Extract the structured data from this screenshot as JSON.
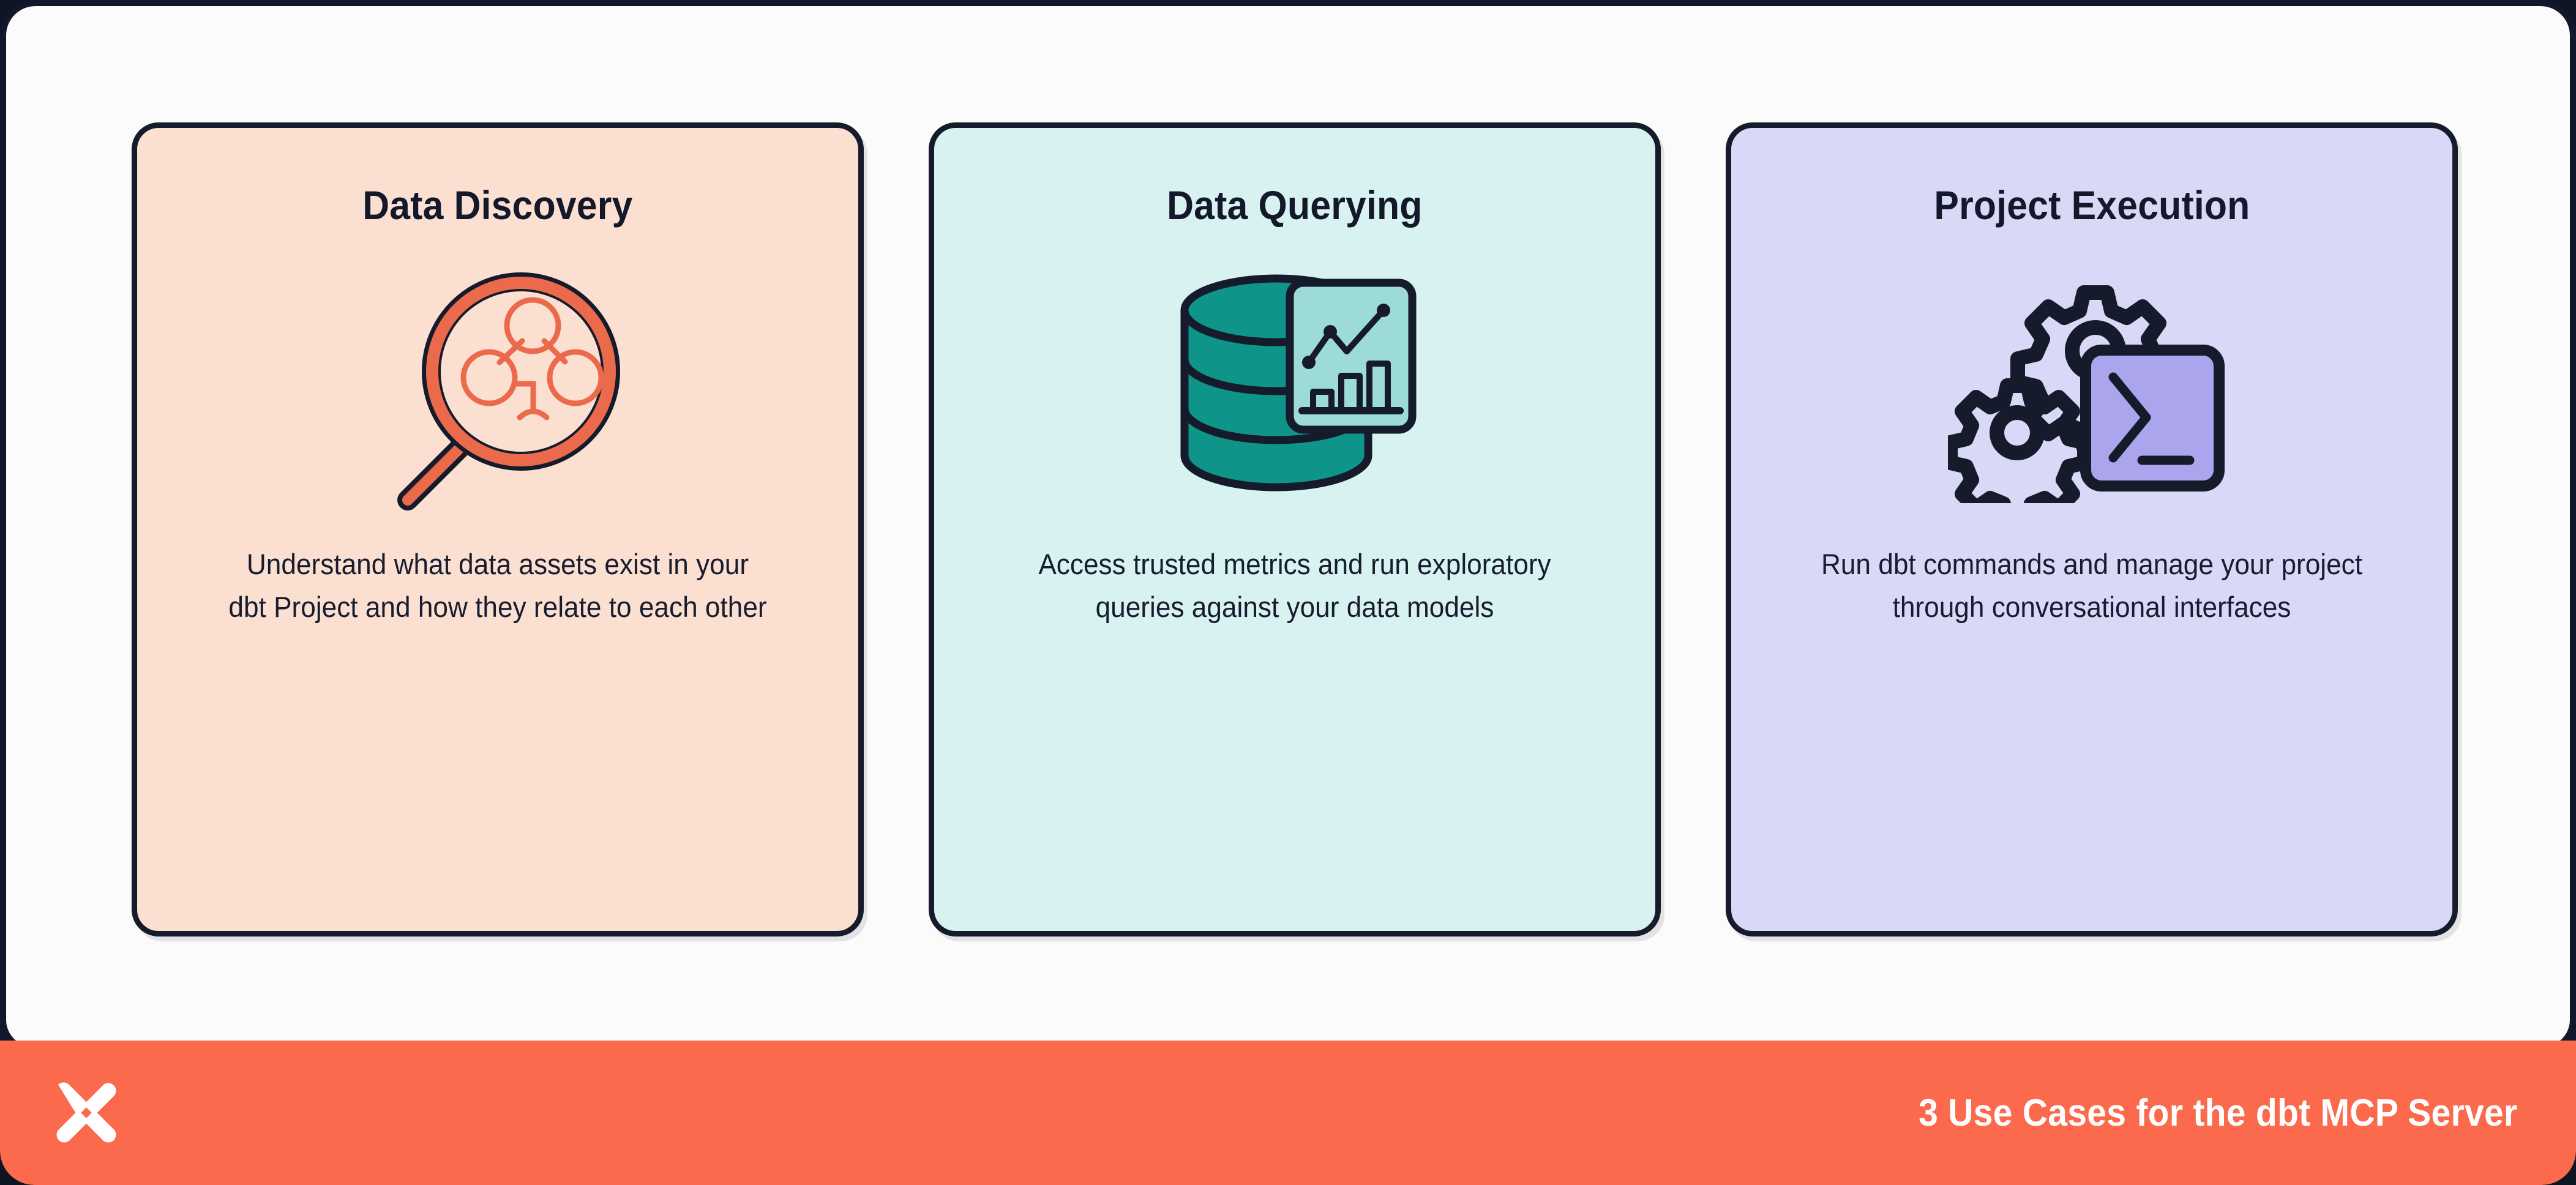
{
  "colors": {
    "frame_border": "#12172a",
    "stage_bg": "#fbfbfb",
    "ink": "#161b2c",
    "footer_bg": "#fb6a4c",
    "card1_bg": "#fbe0d1",
    "card1_accent": "#ec6a4c",
    "card2_bg": "#d7f2f0",
    "card2_accent": "#0e9488",
    "card2_panel": "#9ddcd6",
    "card3_bg": "#d9d8f6",
    "card3_accent": "#aba5ee"
  },
  "cards": [
    {
      "title": "Data Discovery",
      "body": "Understand what data assets exist in your dbt Project and how they relate to each other",
      "icon": "magnifier-lineage-icon",
      "theme": "peach"
    },
    {
      "title": "Data Querying",
      "body": "Access trusted metrics and run exploratory queries against your data models",
      "icon": "database-chart-icon",
      "theme": "mint"
    },
    {
      "title": "Project Execution",
      "body": "Run dbt commands and manage your project through conversational interfaces",
      "icon": "gears-terminal-icon",
      "theme": "lilac"
    }
  ],
  "footer": {
    "logo": "dbt-logo-icon",
    "caption": "3 Use Cases for the dbt MCP Server"
  }
}
